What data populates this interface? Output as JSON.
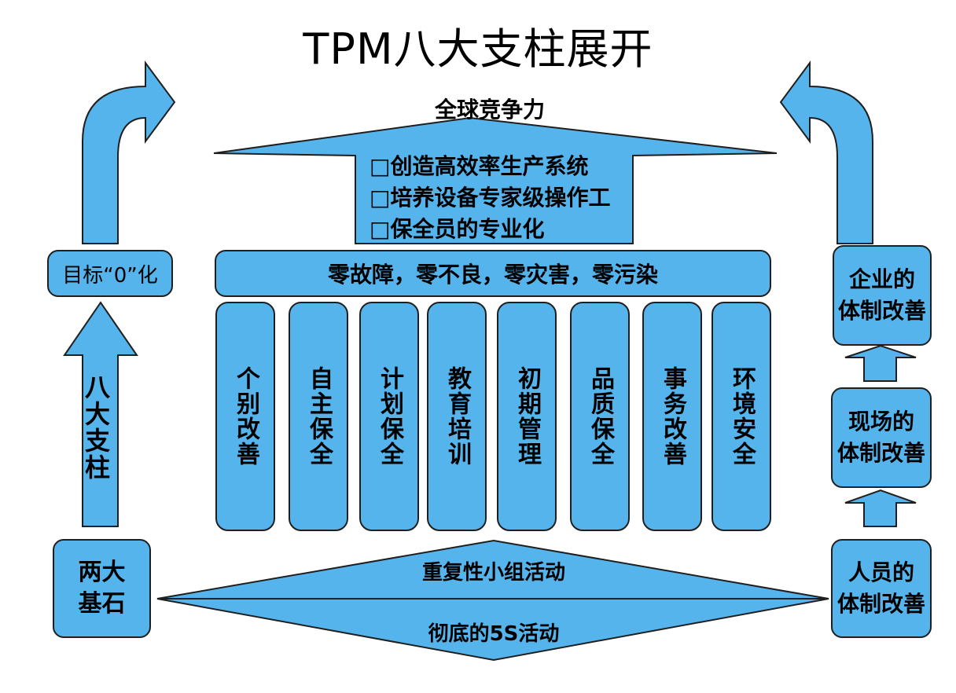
{
  "title": "TPM八大支柱展开",
  "roof": {
    "heading": "全球竞争力",
    "items": [
      "□创造高效率生产系统",
      "□培养设备专家级操作工",
      "□保全员的专业化"
    ]
  },
  "beam": "零故障，零不良，零灾害，零污染",
  "pillars": [
    "个别改善",
    "自主保全",
    "计划保全",
    "教育培训",
    "初期管理",
    "品质保全",
    "事务改善",
    "环境安全"
  ],
  "foundation": {
    "upper": "重复性小组活动",
    "lower": "彻底的5S活动"
  },
  "left": {
    "goal": "目标“0”化",
    "arrow_label": "八大支柱",
    "base": "两大\n基石"
  },
  "right": {
    "top": "企业的\n体制改善",
    "middle": "现场的\n体制改善",
    "bottom": "人员的\n体制改善"
  },
  "colors": {
    "fill": "#56b4ec",
    "stroke": "#1f1f1f"
  }
}
